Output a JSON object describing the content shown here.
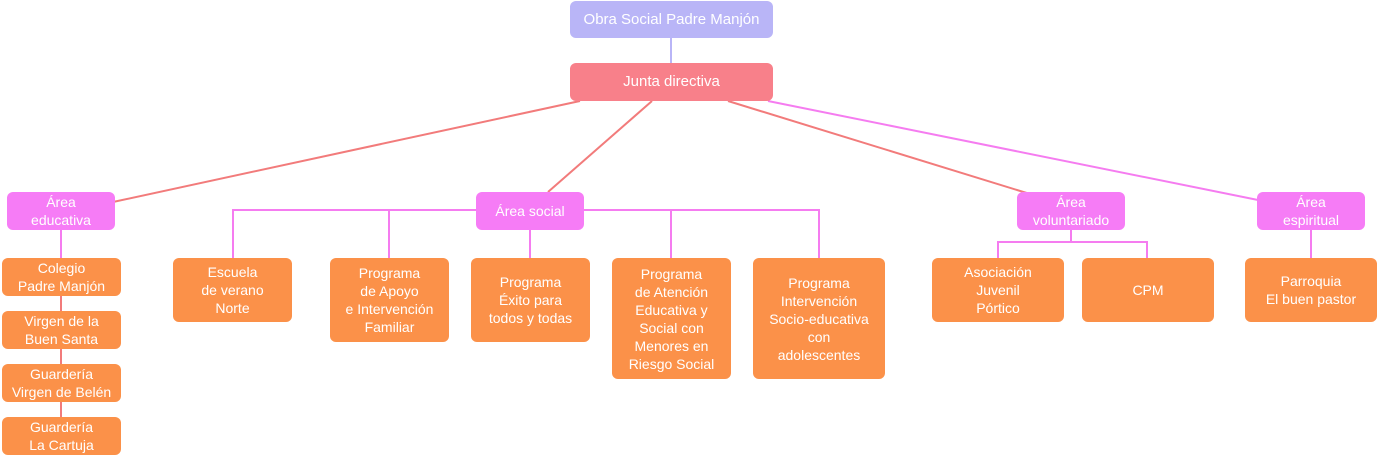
{
  "colors": {
    "root": "#b9b5f7",
    "board": "#f8808a",
    "area": "#f67cf6",
    "leaf": "#fb9149",
    "link_board": "#f27b7b",
    "link_area": "#f57cf0",
    "link_root": "#b9b5f7"
  },
  "root": {
    "label": "Obra Social Padre Manjón"
  },
  "board": {
    "label": "Junta directiva"
  },
  "areas": {
    "educativa": {
      "label": "Área\neducativa",
      "children": [
        "Colegio\nPadre Manjón",
        "Virgen de la\nBuen Santa",
        "Guardería\nVirgen de Belén",
        "Guardería\nLa Cartuja"
      ]
    },
    "social": {
      "label": "Área social",
      "children": [
        "Escuela\nde verano\nNorte",
        "Programa\nde Apoyo\ne Intervención\nFamiliar",
        "Programa\nÉxito para\ntodos y todas",
        "Programa\nde Atención\nEducativa y\nSocial  con\nMenores en\nRiesgo Social",
        "Programa\nIntervención\nSocio-educativa\ncon\nadolescentes"
      ]
    },
    "voluntariado": {
      "label": "Área\nvoluntariado",
      "children": [
        "Asociación\nJuvenil\nPórtico",
        "CPM"
      ]
    },
    "espiritual": {
      "label": "Área\nespiritual",
      "children": [
        "Parroquia\nEl buen pastor"
      ]
    }
  }
}
